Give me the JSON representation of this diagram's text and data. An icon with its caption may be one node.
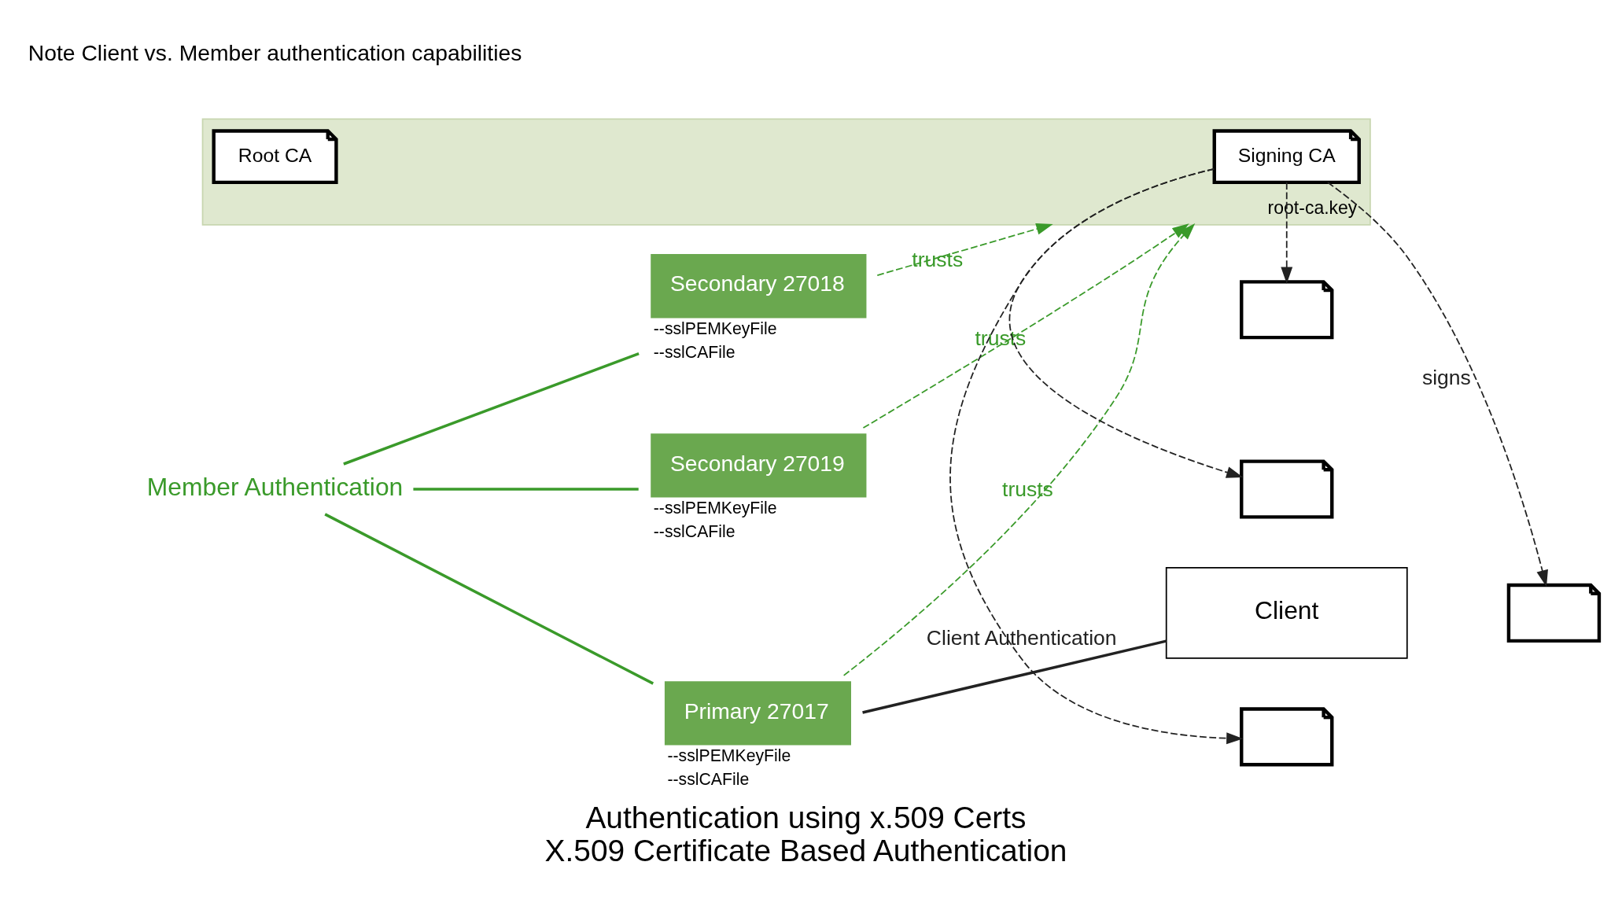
{
  "diagram": {
    "title": "Authentication using x.509 Certs",
    "caption": "X.509 Certificate Based Authentication",
    "nodes": [
      {
        "text": [
          "Client"
        ]
      },
      {
        "text": [],
        "shape": "certificate"
      },
      {
        "text": [
          "Primary 27017"
        ],
        "beside": [
          "--sslPEMKeyFile",
          "--sslCAFile"
        ]
      },
      {
        "text": [],
        "shape": "certificate"
      },
      {
        "text": [
          "Secondary 27018"
        ],
        "beside": [
          "--sslPEMKeyFile",
          "--sslCAFile"
        ]
      },
      {
        "text": [],
        "shape": "certificate"
      },
      {
        "text": [
          "Secondary 27019"
        ],
        "beside": [
          "--sslPEMKeyFile",
          "--sslCAFile"
        ]
      },
      {
        "text": [],
        "shape": "certificate"
      },
      {
        "text": [
          "root-ca.key"
        ]
      },
      {
        "text": [
          "Signing CA"
        ],
        "in": 8
      },
      {
        "text": [
          "Root CA"
        ],
        "in": 8
      },
      {
        "text": [
          "Member Authentication"
        ]
      }
    ],
    "edges": [
      {
        "from": 2,
        "to": 0,
        "arrow": "none",
        "label": "Client Authentication",
        "color": "#222222"
      },
      {
        "from": 11,
        "to": 2,
        "arrow": "none",
        "color": "#3a9a2a"
      },
      {
        "from": 11,
        "to": 4,
        "arrow": "none",
        "color": "#3a9a2a"
      },
      {
        "from": 11,
        "to": 6,
        "arrow": "none",
        "color": "#3a9a2a"
      },
      {
        "from": 9,
        "to": 1,
        "arrow": "to",
        "style": "dashed",
        "label": "signs",
        "color": "#222222"
      },
      {
        "from": 9,
        "to": 3,
        "arrow": "to",
        "style": "dashed",
        "color": "#222222"
      },
      {
        "from": 9,
        "to": 5,
        "arrow": "to",
        "style": "dashed",
        "color": "#222222"
      },
      {
        "from": 9,
        "to": 7,
        "arrow": "to",
        "style": "dashed",
        "color": "#222222"
      },
      {
        "from": 2,
        "to": 8,
        "arrow": "to",
        "style": "dashed",
        "color": "#3a9a2a",
        "label": "trusts"
      },
      {
        "from": 4,
        "to": 8,
        "arrow": "to",
        "style": "dashed",
        "color": "#3a9a2a",
        "label": "trusts"
      },
      {
        "from": 6,
        "to": 8,
        "arrow": "to",
        "style": "dashed",
        "color": "#3a9a2a",
        "label": "trusts"
      }
    ],
    "labels": [
      "Note Client vs. Member authentication capabilities"
    ]
  }
}
